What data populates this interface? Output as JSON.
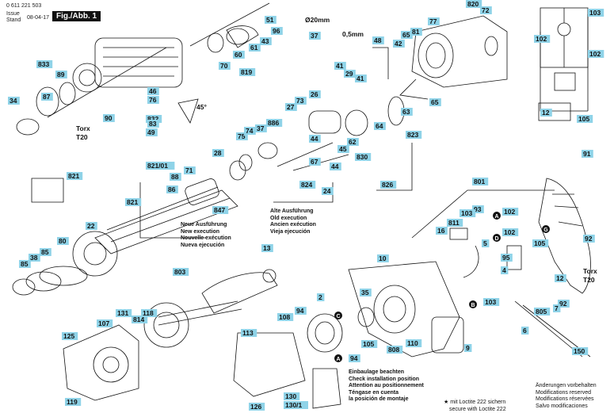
{
  "header": {
    "doc_number": "0 611 221 503",
    "issue_label": "Issue",
    "stand_label": "Stand",
    "date": "08-04-17",
    "figure": "Fig./Abb. 1"
  },
  "dimension": {
    "diameter": "Ø20mm",
    "offset": "0,5mm"
  },
  "angle": "45°",
  "torx": [
    "Torx",
    "T20"
  ],
  "letters": [
    "A",
    "B",
    "C",
    "D",
    "G"
  ],
  "notes": {
    "alte": [
      "Alte Ausführung",
      "Old execution",
      "Ancien exécution",
      "Vieja ejecución"
    ],
    "neue": [
      "Neue Ausführung",
      "New execution",
      "Nouvelle exécution",
      "Nueva ejecución"
    ],
    "einbau": [
      "Einbaulage beachten",
      "Check installation position",
      "Attention au positionnement",
      "Téngase en cuenta",
      "la posición de montaje"
    ],
    "loctite": [
      "mit Loctite 222 sichern",
      "secure with Loctite 222"
    ],
    "aenderung": [
      "Änderungen vorbehalten",
      "Modifications reserved",
      "Modifications réservées",
      "Salvo modificaciones"
    ]
  },
  "colors": {
    "label_box": "#8fd3e8",
    "line": "#111111"
  },
  "part_labels": [
    {
      "id": "820"
    },
    {
      "id": "72"
    },
    {
      "id": "51"
    },
    {
      "id": "96"
    },
    {
      "id": "43"
    },
    {
      "id": "61"
    },
    {
      "id": "60"
    },
    {
      "id": "70"
    },
    {
      "id": "819"
    },
    {
      "id": "37"
    },
    {
      "id": "48"
    },
    {
      "id": "42"
    },
    {
      "id": "65a",
      "label": "65"
    },
    {
      "id": "81"
    },
    {
      "id": "77"
    },
    {
      "id": "833"
    },
    {
      "id": "89"
    },
    {
      "id": "87"
    },
    {
      "id": "34"
    },
    {
      "id": "46"
    },
    {
      "id": "76"
    },
    {
      "id": "90"
    },
    {
      "id": "832"
    },
    {
      "id": "83"
    },
    {
      "id": "49"
    },
    {
      "id": "41a",
      "label": "41"
    },
    {
      "id": "29"
    },
    {
      "id": "41b",
      "label": "41"
    },
    {
      "id": "73"
    },
    {
      "id": "26"
    },
    {
      "id": "27"
    },
    {
      "id": "75"
    },
    {
      "id": "74"
    },
    {
      "id": "37b",
      "label": "37"
    },
    {
      "id": "886"
    },
    {
      "id": "44a",
      "label": "44"
    },
    {
      "id": "45a",
      "label": "45"
    },
    {
      "id": "62"
    },
    {
      "id": "64"
    },
    {
      "id": "63"
    },
    {
      "id": "65b",
      "label": "65"
    },
    {
      "id": "823"
    },
    {
      "id": "830"
    },
    {
      "id": "67"
    },
    {
      "id": "44b",
      "label": "44"
    },
    {
      "id": "824"
    },
    {
      "id": "24"
    },
    {
      "id": "826"
    },
    {
      "id": "821/01"
    },
    {
      "id": "71"
    },
    {
      "id": "28"
    },
    {
      "id": "88"
    },
    {
      "id": "821a",
      "label": "821"
    },
    {
      "id": "86"
    },
    {
      "id": "821b",
      "label": "821"
    },
    {
      "id": "847"
    },
    {
      "id": "22"
    },
    {
      "id": "80"
    },
    {
      "id": "85a",
      "label": "85"
    },
    {
      "id": "38"
    },
    {
      "id": "85b",
      "label": "85"
    },
    {
      "id": "13"
    },
    {
      "id": "803"
    },
    {
      "id": "131"
    },
    {
      "id": "814"
    },
    {
      "id": "118"
    },
    {
      "id": "107"
    },
    {
      "id": "125"
    },
    {
      "id": "119"
    },
    {
      "id": "113"
    },
    {
      "id": "108"
    },
    {
      "id": "94a",
      "label": "94"
    },
    {
      "id": "94b",
      "label": "94"
    },
    {
      "id": "126"
    },
    {
      "id": "130"
    },
    {
      "id": "130/1"
    },
    {
      "id": "2"
    },
    {
      "id": "35"
    },
    {
      "id": "105a",
      "label": "105"
    },
    {
      "id": "808"
    },
    {
      "id": "110"
    },
    {
      "id": "10"
    },
    {
      "id": "9"
    },
    {
      "id": "801"
    },
    {
      "id": "91"
    },
    {
      "id": "93"
    },
    {
      "id": "103a",
      "label": "103"
    },
    {
      "id": "16"
    },
    {
      "id": "811"
    },
    {
      "id": "5"
    },
    {
      "id": "95"
    },
    {
      "id": "4"
    },
    {
      "id": "103b",
      "label": "103"
    },
    {
      "id": "102a",
      "label": "102"
    },
    {
      "id": "102b",
      "label": "102"
    },
    {
      "id": "105b",
      "label": "105"
    },
    {
      "id": "12a",
      "label": "12"
    },
    {
      "id": "92a",
      "label": "92"
    },
    {
      "id": "805"
    },
    {
      "id": "92b",
      "label": "92"
    },
    {
      "id": "7"
    },
    {
      "id": "6"
    },
    {
      "id": "150"
    },
    {
      "id": "103c",
      "label": "103"
    },
    {
      "id": "103d",
      "label": "103"
    },
    {
      "id": "102c",
      "label": "102"
    },
    {
      "id": "102d",
      "label": "102"
    },
    {
      "id": "12b",
      "label": "12"
    },
    {
      "id": "105c",
      "label": "105"
    }
  ]
}
